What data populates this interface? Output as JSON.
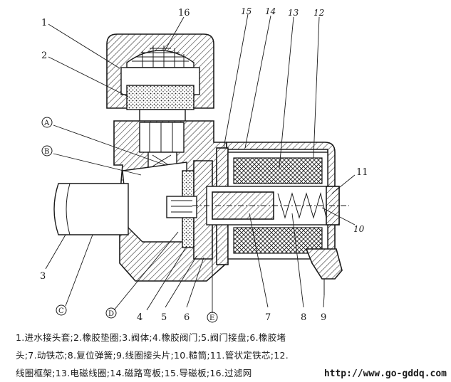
{
  "figure": {
    "number_labels": [
      "1",
      "2",
      "3",
      "4",
      "5",
      "6",
      "7",
      "8",
      "9",
      "10",
      "11",
      "12",
      "13",
      "14",
      "15",
      "16"
    ],
    "letter_labels": [
      "A",
      "B",
      "C",
      "D",
      "E"
    ]
  },
  "caption": {
    "line1": "1.进水接头套;2.橡胶垫圈;3.阀体;4.橡胶阀门;5.阀门接盘;6.橡胶堵",
    "line2": "头;7.动铁芯;8.复位弹簧;9.线圈接头片;10.糙筒;11.管状定铁芯;12.",
    "line3": "线圈框架;13.电磁线圈;14.磁路弯板;15.导磁板;16.过滤网"
  },
  "watermark": "http://www.go-gddq.com"
}
